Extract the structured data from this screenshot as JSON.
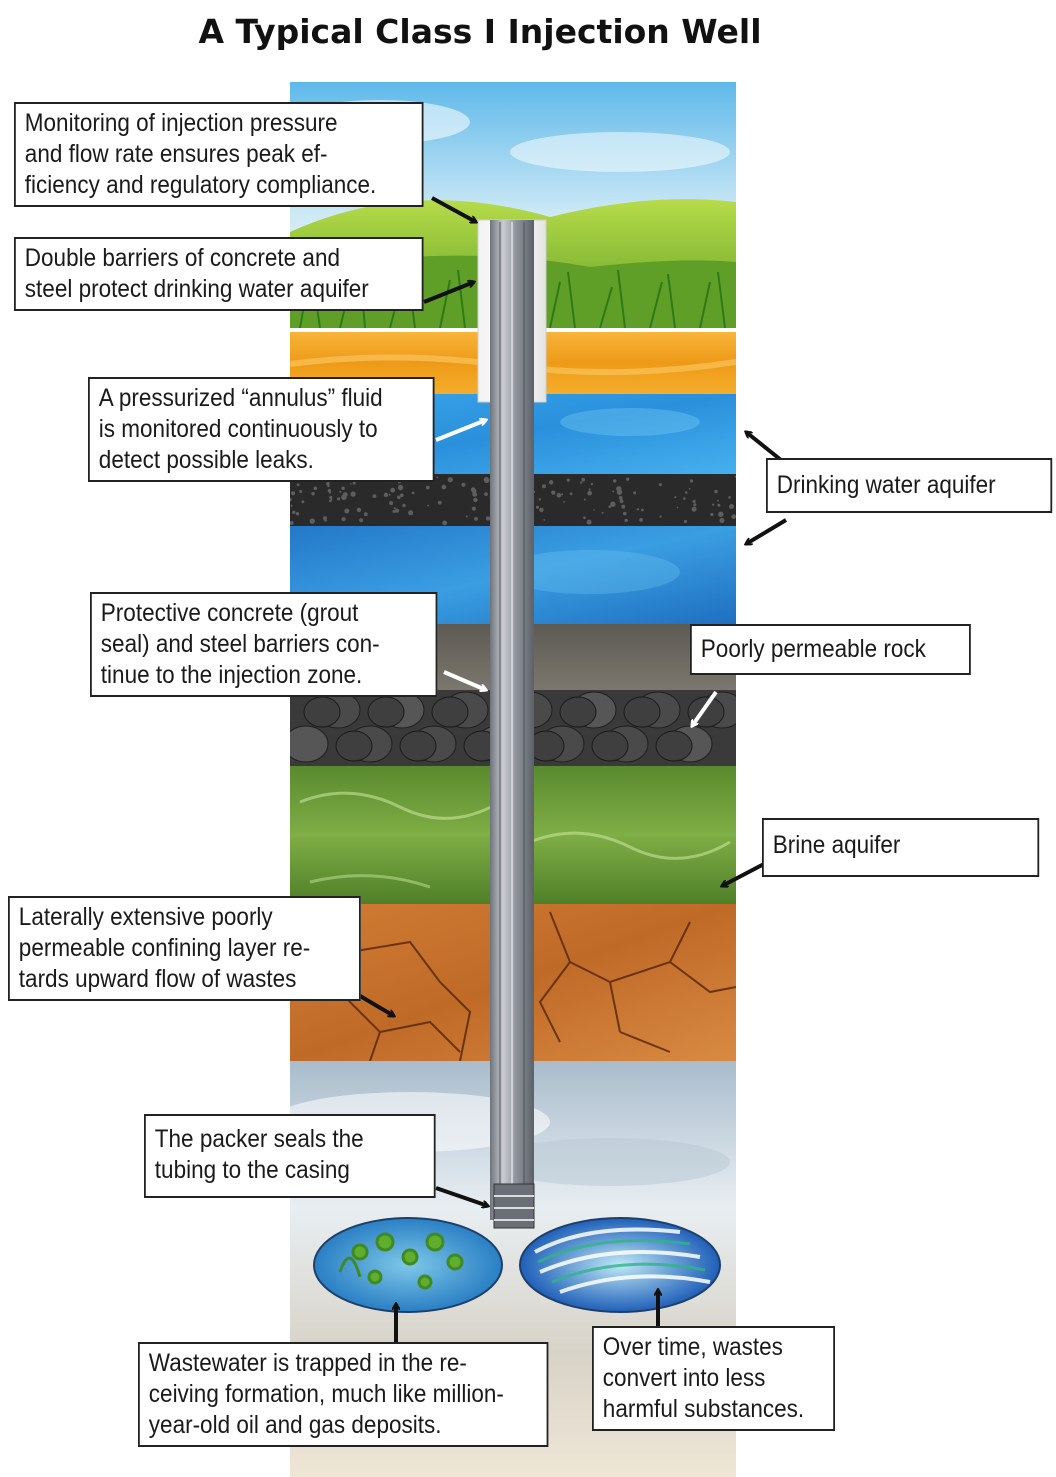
{
  "title": "A Typical Class I Injection Well",
  "layers": [
    {
      "id": "sky-surface",
      "name": "Surface"
    },
    {
      "id": "orange-clay",
      "name": "Clay layer"
    },
    {
      "id": "upper-aquifer",
      "name": "Drinking water aquifer (upper)"
    },
    {
      "id": "dark-rock",
      "name": "Dark rock"
    },
    {
      "id": "lower-aquifer",
      "name": "Drinking water aquifer (lower)"
    },
    {
      "id": "grey-rock",
      "name": "Poorly permeable rock"
    },
    {
      "id": "pebbles",
      "name": "Pebble layer"
    },
    {
      "id": "brine",
      "name": "Brine aquifer"
    },
    {
      "id": "cracked-clay",
      "name": "Confining layer"
    },
    {
      "id": "injection-zone",
      "name": "Injection zone"
    }
  ],
  "callouts": {
    "monitoring": [
      "Monitoring of injection pressure",
      "and flow rate ensures peak ef-",
      "ficiency and regulatory compliance."
    ],
    "double_barriers": [
      "Double barriers of concrete and",
      "steel protect drinking water aquifer"
    ],
    "annulus": [
      "A pressurized “annulus” fluid",
      "is monitored continuously to",
      "detect possible leaks."
    ],
    "drinking_water": [
      "Drinking water aquifer"
    ],
    "protective_concrete": [
      "Protective concrete (grout",
      "seal) and steel barriers con-",
      "tinue to the injection zone."
    ],
    "poorly_permeable": [
      "Poorly permeable rock"
    ],
    "brine": [
      "Brine aquifer"
    ],
    "confining": [
      "Laterally extensive poorly",
      "permeable confining layer re-",
      "tards upward flow of wastes"
    ],
    "packer": [
      "The packer seals the",
      "tubing to the casing"
    ],
    "wastewater": [
      "Wastewater is trapped in the re-",
      "ceiving formation, much like million-",
      "year-old oil and gas deposits."
    ],
    "over_time": [
      "Over time, wastes",
      "convert into less",
      "harmful substances."
    ]
  },
  "colors": {
    "sky": "#9fd3ee",
    "grass": "#4f9a2a",
    "orange": "#f2a21e",
    "aquifer": "#2f8fd8",
    "dark_rock": "#2c2c2c",
    "grey_rock": "#6e6a62",
    "brine": "#6a9a3a",
    "clay": "#c8742e",
    "pipe": "#8a8f98"
  }
}
